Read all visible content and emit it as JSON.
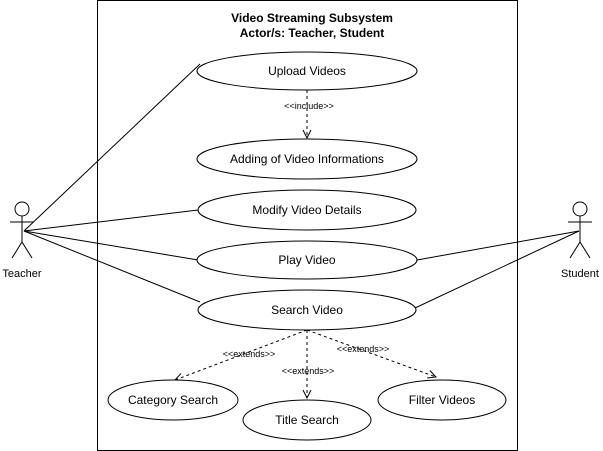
{
  "system": {
    "title_line1": "Video Streaming Subsystem",
    "title_line2": "Actor/s: Teacher, Student"
  },
  "actors": {
    "teacher": "Teacher",
    "student": "Student"
  },
  "use_cases": {
    "upload_videos": "Upload Videos",
    "adding_video_info": "Adding of Video Informations",
    "modify_video_details": "Modify Video Details",
    "play_video": "Play Video",
    "search_video": "Search Video",
    "category_search": "Category Search",
    "title_search": "Title Search",
    "filter_videos": "Filter Videos"
  },
  "relations": {
    "include": "<<include>>",
    "extends_category": "<<extends>>",
    "extends_title": "<<extends>>",
    "extends_filter": "<<extends>>"
  }
}
